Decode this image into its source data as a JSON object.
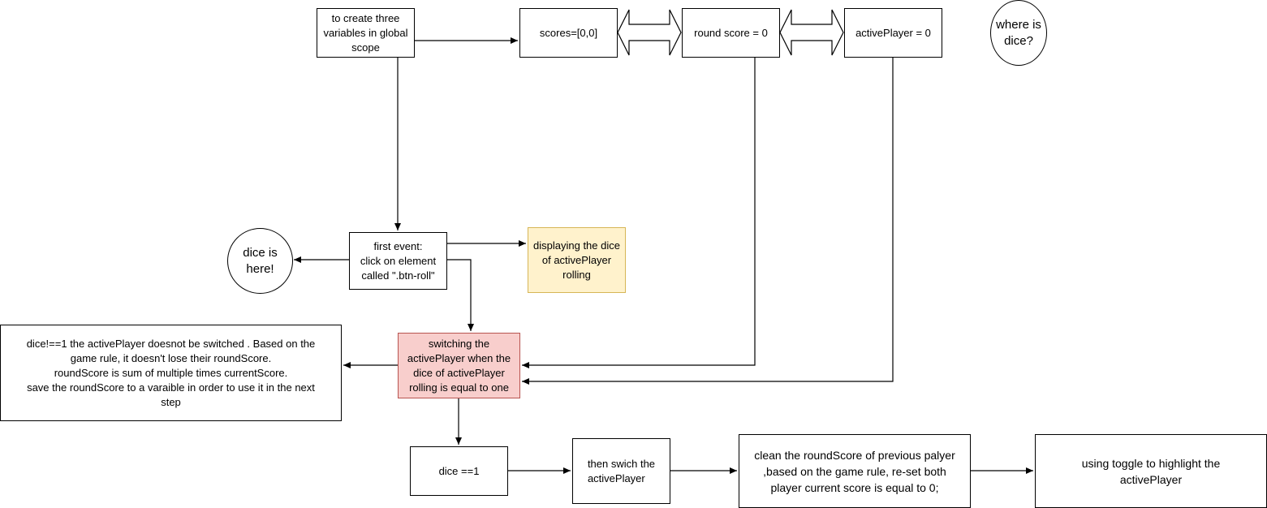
{
  "nodes": {
    "create_vars": "to create three\nvariables in global\nscope",
    "scores": "scores=[0,0]",
    "round_score": "round score = 0",
    "active_player": "activePlayer = 0",
    "where_dice": "where is\ndice?",
    "first_event": "first event:\nclick on element\ncalled \".btn-roll\"",
    "dice_here": "dice is\nhere!",
    "displaying_dice": "displaying the dice\nof activePlayer\nrolling",
    "dice_not_one": "dice!==1  the activePlayer  doesnot be switched . Based on the\ngame rule,  it doesn't lose their roundScore.\nroundScore is sum of multiple times currentScore.\nsave the roundScore  to a varaible  in order to use it in the next\nstep",
    "switching": "switching the\nactivePlayer when the\ndice of activePlayer\nrolling is equal to one",
    "dice_eq_one": "dice ==1",
    "then_switch": "then swich the\nactivePlayer",
    "clean_round": "clean the roundScore of previous palyer\n,based on the game rule, re-set both\nplayer current score is equal to 0;",
    "toggle": "using toggle to highlight the\nactivePlayer"
  },
  "colors": {
    "yellow_fill": "#fff2cc",
    "red_fill": "#f8cecc"
  }
}
